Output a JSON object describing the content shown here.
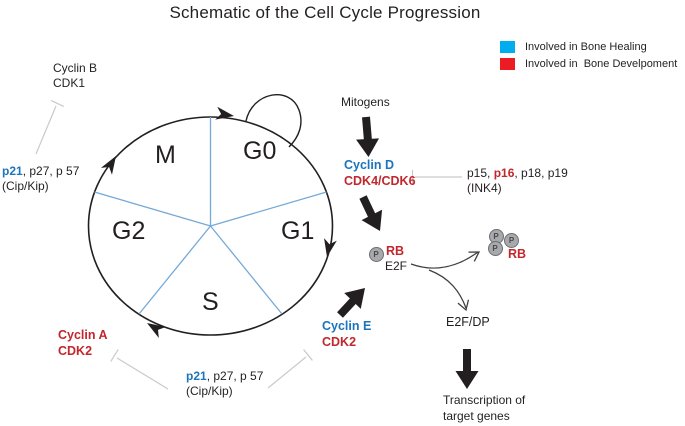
{
  "title": "Schematic of the Cell Cycle Progression",
  "legend": {
    "items": [
      {
        "label": "Involved in Bone Healing",
        "color": "#00AEEF"
      },
      {
        "label": "Involved in  Bone Develpoment",
        "color": "#EC1C24"
      }
    ]
  },
  "cycle": {
    "phases": [
      "M",
      "G0",
      "G1",
      "S",
      "G2"
    ]
  },
  "nodes": {
    "mitogens": "Mitogens",
    "cyclin_b": {
      "line1": "Cyclin B",
      "line2": "CDK1"
    },
    "cyclin_d": {
      "line1": "Cyclin D",
      "line2": "CDK4/CDK6"
    },
    "cyclin_e": {
      "line1": "Cyclin E",
      "line2": "CDK2"
    },
    "cyclin_a": {
      "line1": "Cyclin A",
      "line2": "CDK2"
    },
    "rb_complex": {
      "p": "P",
      "rb": "RB",
      "e2f": "E2F"
    },
    "phospho_rb": {
      "p": "P",
      "rb": "RB"
    },
    "e2f_dp": "E2F/DP",
    "transcription": {
      "line1": "Transcription of",
      "line2": "target genes"
    }
  },
  "inhibitors": {
    "cip_kip": {
      "highlight": "p21",
      "rest": ", p27, p 57",
      "family": "(Cip/Kip)"
    },
    "ink4": {
      "pre": "p15, ",
      "highlight": "p16",
      "post": ", p18, p19",
      "family": "(INK4)"
    }
  },
  "colors": {
    "text": "#231F20",
    "blue_text": "#1B75BC",
    "red_text": "#C1272D",
    "legend_blue": "#00AEEF",
    "legend_red": "#EC1C24",
    "divider_blue": "#74A9D8",
    "inhibition_gray": "#C9CACB"
  }
}
